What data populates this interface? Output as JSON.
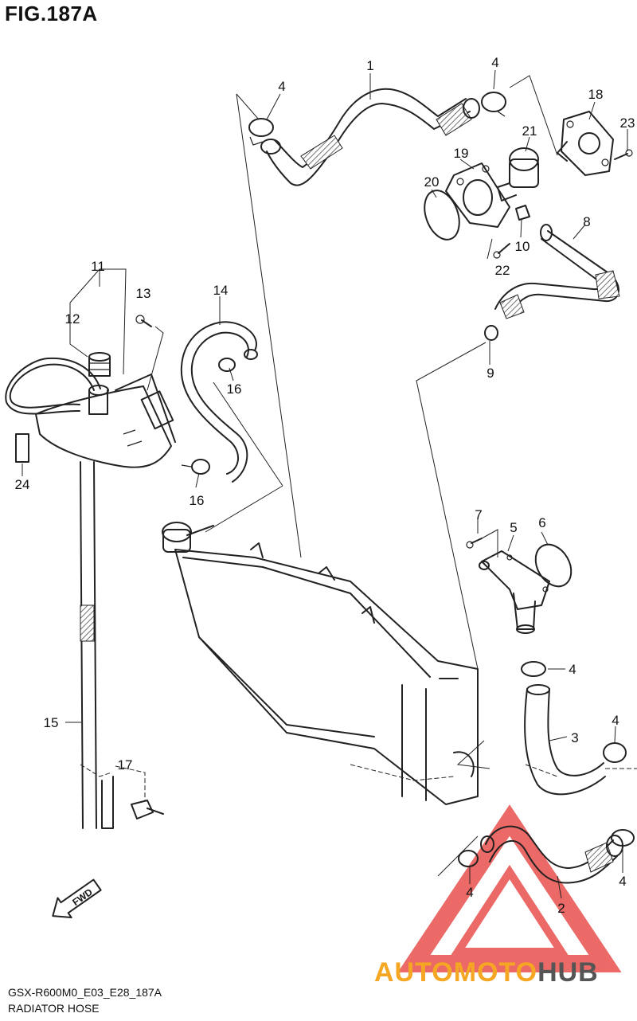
{
  "figure": {
    "title": "FIG.187A",
    "code": "GSX-R600M0_E03_E28_187A",
    "name": "RADIATOR HOSE"
  },
  "callouts": {
    "c1": "1",
    "c2": "2",
    "c3": "3",
    "c4a": "4",
    "c4b": "4",
    "c4c": "4",
    "c4d": "4",
    "c4e": "4",
    "c4f": "4",
    "c5": "5",
    "c6": "6",
    "c7": "7",
    "c8": "8",
    "c9": "9",
    "c10": "10",
    "c11": "11",
    "c12": "12",
    "c13": "13",
    "c14": "14",
    "c15": "15",
    "c16a": "16",
    "c16b": "16",
    "c17": "17",
    "c18": "18",
    "c19": "19",
    "c20": "20",
    "c21": "21",
    "c22": "22",
    "c23": "23",
    "c24": "24"
  },
  "fwd_label": "FWD",
  "watermark": {
    "part1": "AUTOMOTO",
    "part2": "HUB",
    "color1": "#f5a623",
    "color2": "#555555",
    "logo_color": "#e53935"
  }
}
